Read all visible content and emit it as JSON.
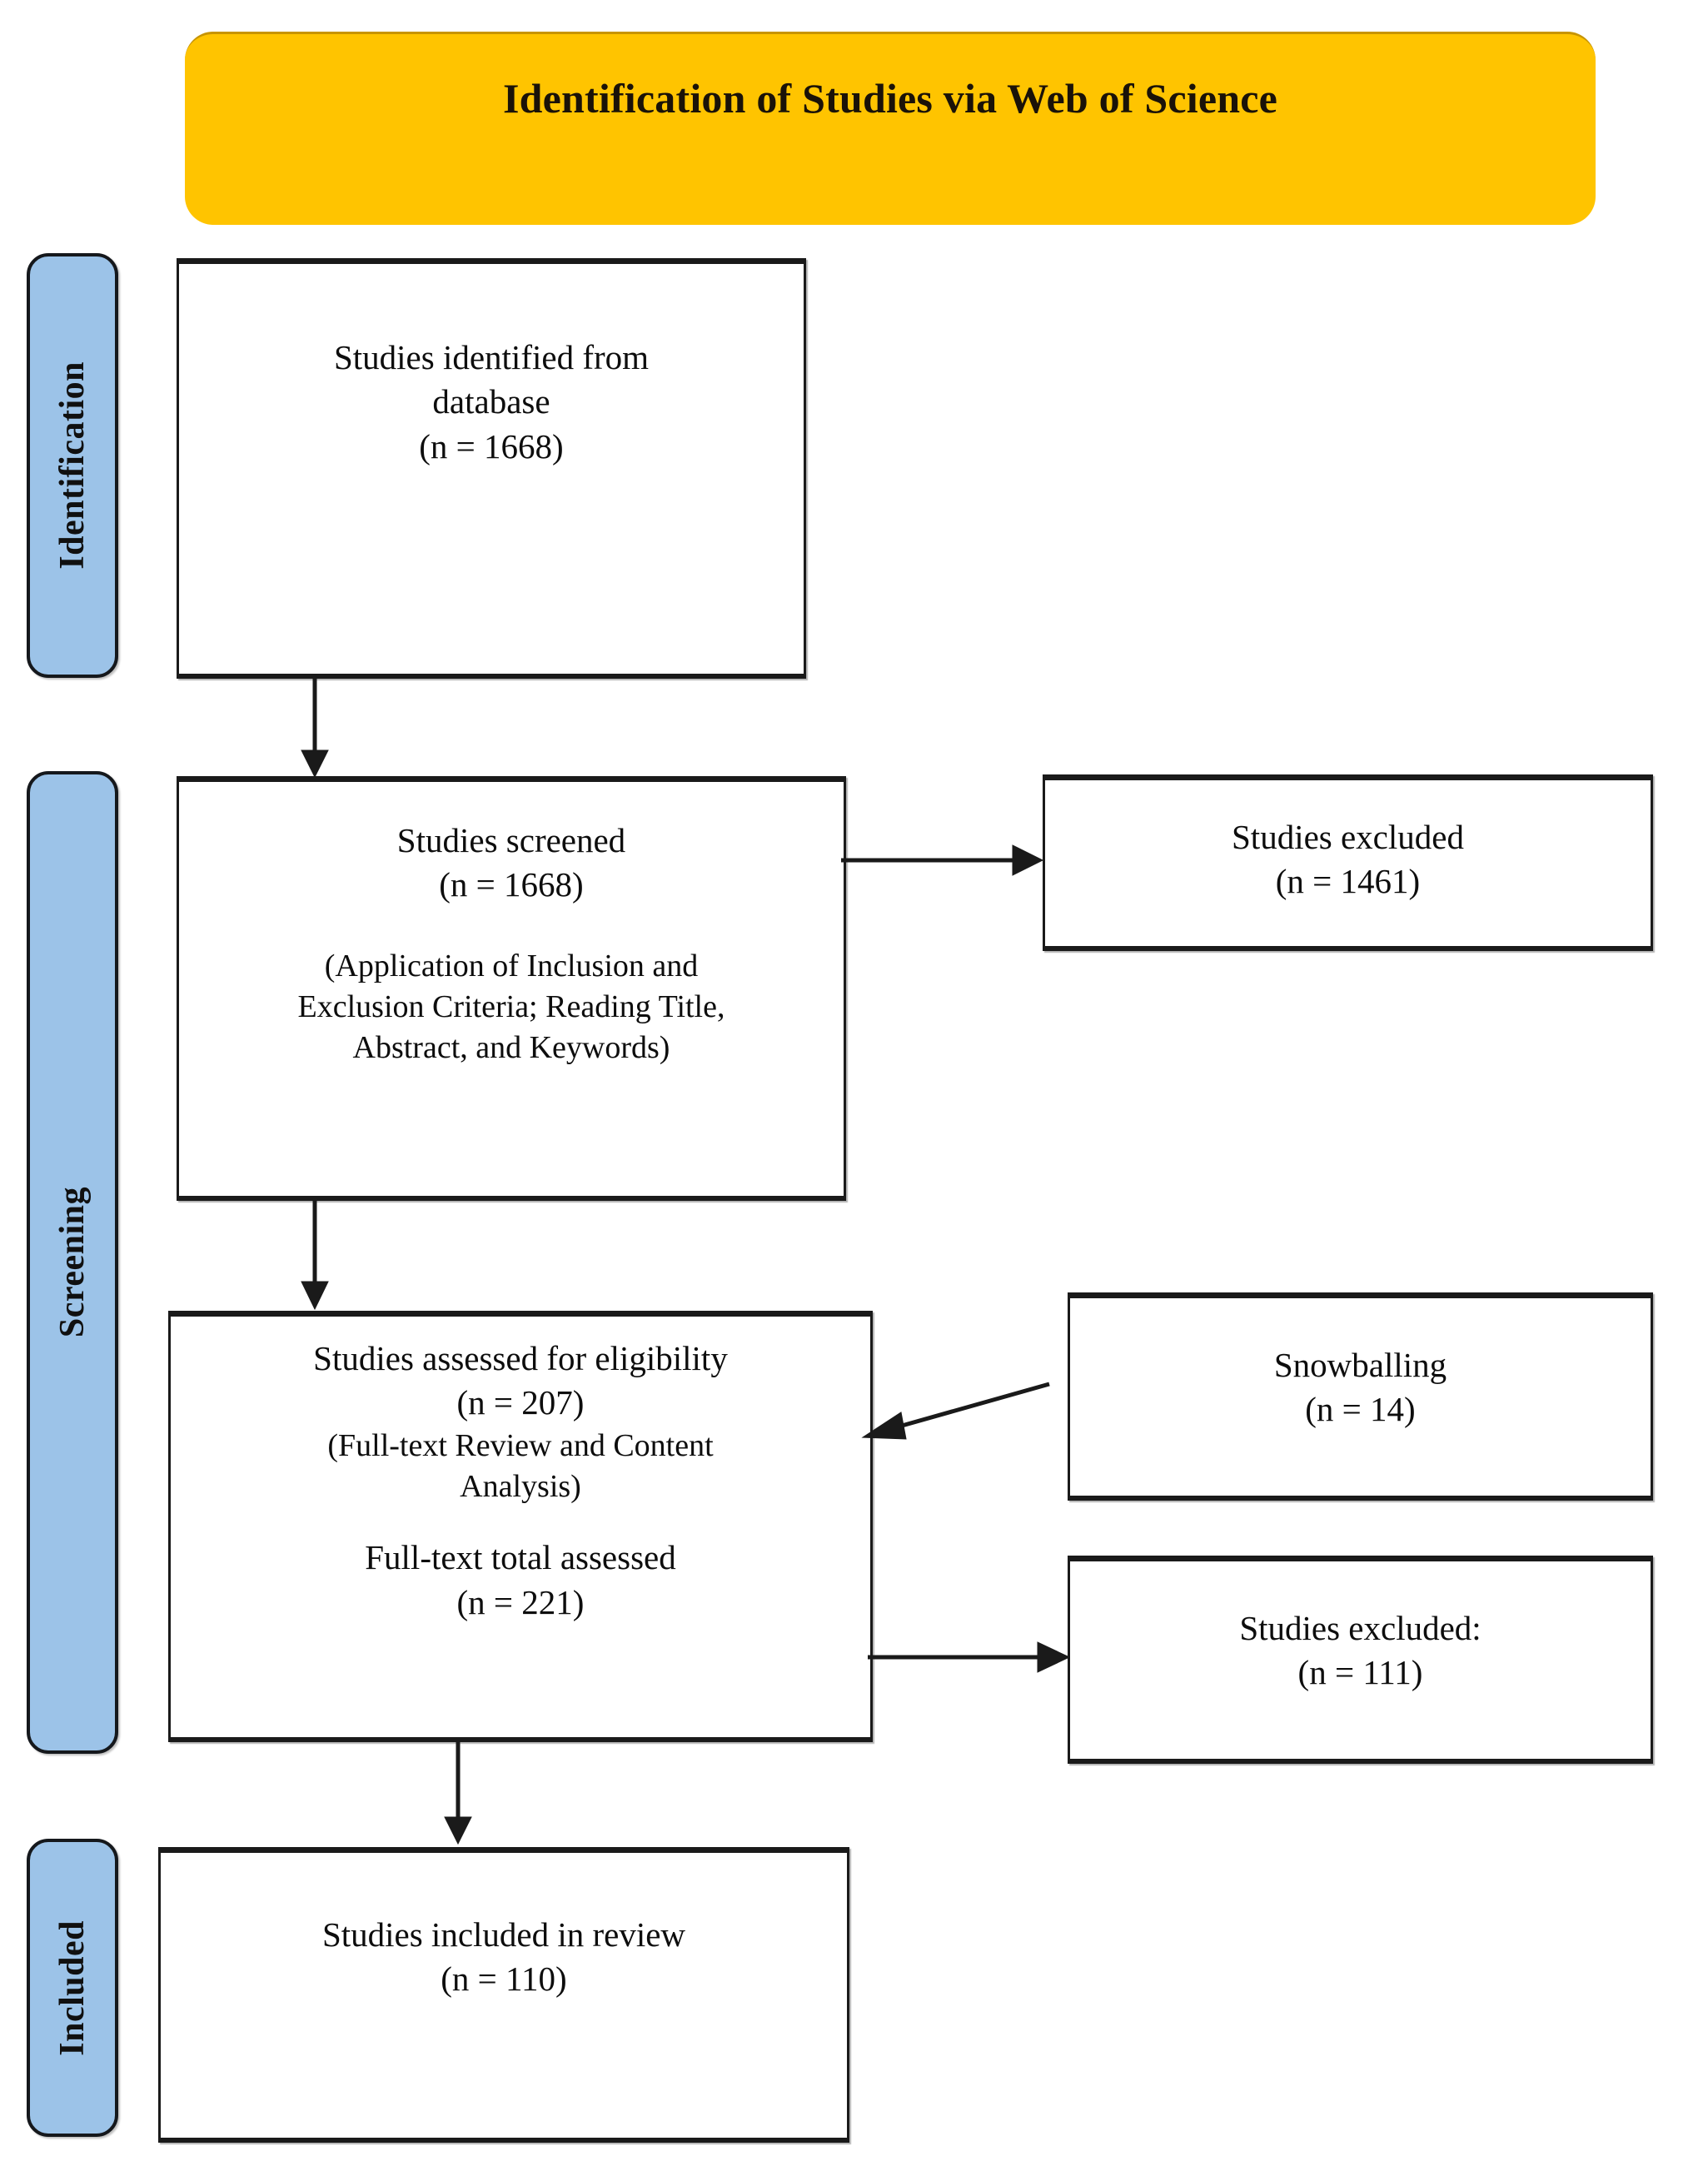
{
  "banner": {
    "title": "Identification of Studies via Web of Science",
    "color": "#FFC400"
  },
  "stages": [
    {
      "id": "identification",
      "label": "Identification",
      "color": "#9CC3E8"
    },
    {
      "id": "screening",
      "label": "Screening",
      "color": "#9CC3E8"
    },
    {
      "id": "included",
      "label": "Included",
      "color": "#9CC3E8"
    }
  ],
  "boxes": {
    "identified": {
      "line1": "Studies identified from",
      "line2": "database",
      "count": "(n = 1668)"
    },
    "screened": {
      "line1": "Studies screened",
      "count": "(n = 1668)",
      "note1": "(Application of Inclusion and",
      "note2": "Exclusion Criteria; Reading Title,",
      "note3": "Abstract, and Keywords)"
    },
    "excluded_screening": {
      "line1": "Studies excluded",
      "count": "(n = 1461)"
    },
    "eligibility": {
      "line1": "Studies assessed for eligibility",
      "count1": "(n = 207)",
      "note1": "(Full-text Review and Content",
      "note2": "Analysis)",
      "line2": "Full-text total assessed",
      "count2": "(n = 221)"
    },
    "snowballing": {
      "line1": "Snowballing",
      "count": "(n = 14)"
    },
    "excluded_fulltext": {
      "line1": "Studies excluded:",
      "count": "(n = 111)"
    },
    "included": {
      "line1": "Studies included in review",
      "count": "(n = 110)"
    }
  }
}
